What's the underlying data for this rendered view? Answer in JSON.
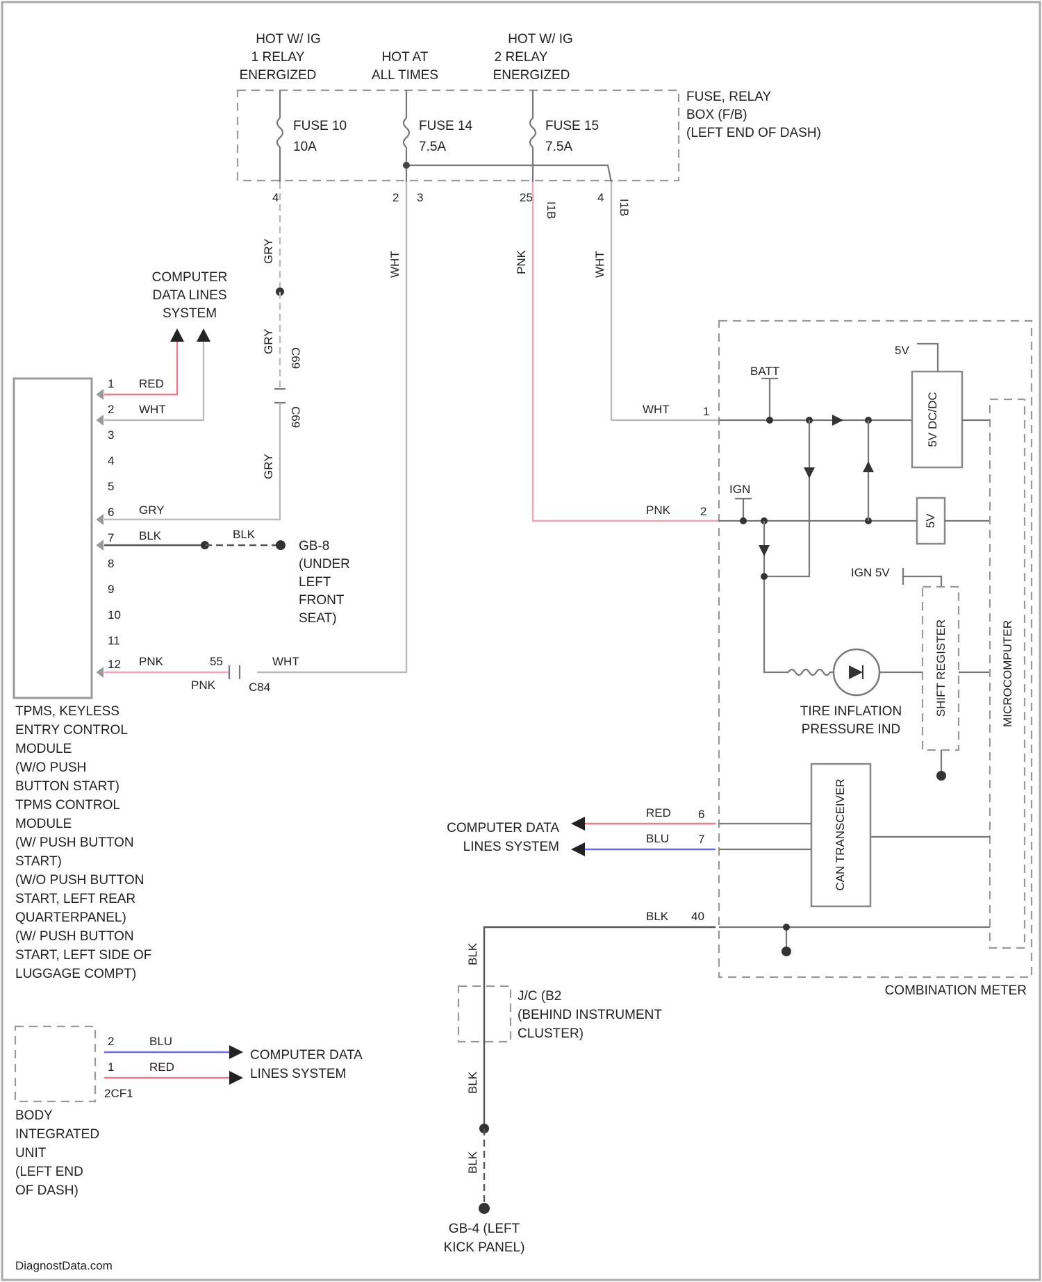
{
  "colors": {
    "red": "#f07a88",
    "pink": "#f4a4b4",
    "blue": "#6a6af0",
    "black": "#555555",
    "white_wire": "#bbbbbb",
    "line": "#666666"
  },
  "power": {
    "relay1": [
      "HOT W/ IG",
      "1 RELAY",
      "ENERGIZED"
    ],
    "always": [
      "HOT AT",
      "ALL TIMES"
    ],
    "relay2": [
      "HOT W/ IG",
      "2 RELAY",
      "ENERGIZED"
    ]
  },
  "fuse_box": {
    "name": [
      "FUSE, RELAY",
      "BOX (F/B)",
      "(LEFT END OF DASH)"
    ],
    "fuses": [
      {
        "name": "FUSE 10",
        "rating": "10A"
      },
      {
        "name": "FUSE 14",
        "rating": "7.5A"
      },
      {
        "name": "FUSE 15",
        "rating": "7.5A"
      }
    ],
    "pins": [
      "4",
      "2",
      "3",
      "25",
      "4"
    ],
    "connectors": [
      "I1",
      "I1B",
      "I1B"
    ]
  },
  "wire_colors": {
    "gry": "GRY",
    "wht": "WHT",
    "pnk": "PNK",
    "red": "RED",
    "blu": "BLU",
    "blk": "BLK",
    "c69": "C69",
    "c84": "C84"
  },
  "tpms_module": {
    "pins": [
      "1",
      "2",
      "3",
      "4",
      "5",
      "6",
      "7",
      "8",
      "9",
      "10",
      "11",
      "12"
    ],
    "pin_labels": {
      "p1": "RED",
      "p2": "WHT",
      "p6": "GRY",
      "p7": "BLK",
      "p12": "PNK"
    },
    "label": [
      "TPMS, KEYLESS",
      "ENTRY CONTROL",
      "MODULE",
      "(W/O PUSH",
      "BUTTON START)",
      "TPMS CONTROL",
      "MODULE",
      "(W/ PUSH BUTTON",
      "START)",
      "(W/O PUSH BUTTON",
      "START, LEFT REAR",
      "QUARTERPANEL)",
      "(W/ PUSH BUTTON",
      "START, LEFT SIDE OF",
      "LUGGAGE COMPT)"
    ],
    "pin12_conn": "55"
  },
  "computer_data_top": [
    "COMPUTER",
    "DATA LINES",
    "SYSTEM"
  ],
  "ground_gb8": [
    "GB-8",
    "(UNDER",
    "LEFT",
    "FRONT",
    "SEAT)"
  ],
  "combination_meter": {
    "label": "COMBINATION METER",
    "batt": "BATT",
    "ign": "IGN",
    "ign5v": "IGN 5V",
    "five_v": "5V",
    "dcdc": "5V DC/DC",
    "shift_register": "SHIFT REGISTER",
    "microcomputer": "MICROCOMPUTER",
    "can": "CAN TRANSCEIVER",
    "tire_ind": [
      "TIRE INFLATION",
      "PRESSURE IND"
    ],
    "pins": {
      "p1": "1",
      "p2": "2",
      "p6": "6",
      "p7": "7",
      "p40": "40"
    },
    "data_label": [
      "COMPUTER DATA",
      "LINES SYSTEM"
    ]
  },
  "jc": {
    "label": [
      "J/C (B2",
      "(BEHIND INSTRUMENT",
      "CLUSTER)"
    ]
  },
  "ground_gb4": [
    "GB-4 (LEFT",
    "KICK PANEL)"
  ],
  "body_unit": {
    "pins": [
      "2",
      "1"
    ],
    "pin_labels": [
      "BLU",
      "RED"
    ],
    "connector": "2CF1",
    "label": [
      "BODY",
      "INTEGRATED",
      "UNIT",
      "(LEFT END",
      "OF DASH)"
    ],
    "data_label": [
      "COMPUTER DATA",
      "LINES SYSTEM"
    ]
  },
  "watermark": "DiagnostData.com"
}
